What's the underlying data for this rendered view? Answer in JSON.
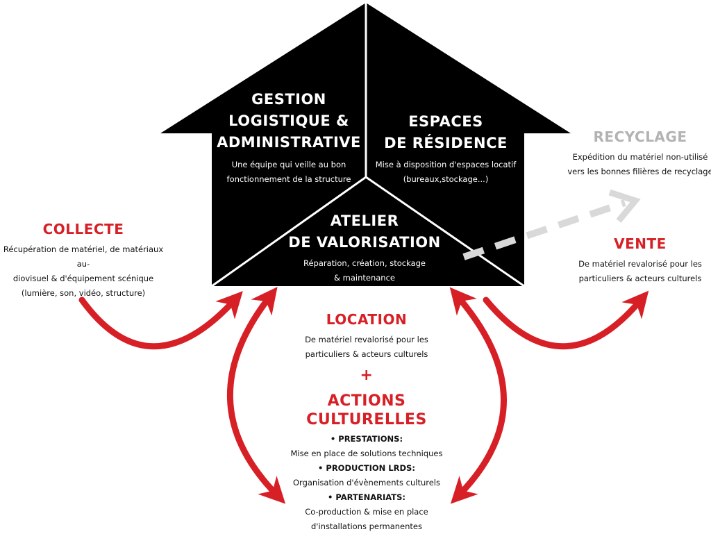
{
  "house": {
    "gestion": {
      "title": "GESTION\nLOGISTIQUE &\nADMINISTRATIVE",
      "desc": "Une équipe qui veille au bon\nfonctionnement de la structure"
    },
    "espaces": {
      "title": "ESPACES\nDE RÉSIDENCE",
      "desc": "Mise à disposition d'espaces locatif\n(bureaux,stockage...)"
    },
    "atelier": {
      "title": "ATELIER\nDE VALORISATION",
      "desc": "Réparation, création, stockage\n& maintenance"
    }
  },
  "collecte": {
    "title": "COLLECTE",
    "desc": "Récupération de matériel, de matériaux au-\ndiovisuel & d'équipement scénique\n(lumière, son, vidéo, structure)"
  },
  "recyclage": {
    "title": "RECYCLAGE",
    "desc": "Expédition du matériel non-utilisé\nvers les bonnes filières de recyclage"
  },
  "vente": {
    "title": "VENTE",
    "desc": "De matériel revalorisé pour les\nparticuliers & acteurs culturels"
  },
  "location": {
    "title": "LOCATION",
    "desc": "De matériel revalorisé pour les\nparticuliers & acteurs culturels"
  },
  "plus": "+",
  "actions": {
    "title": "ACTIONS\nCULTURELLES",
    "items": [
      {
        "label": "• PRESTATIONS:",
        "desc": "Mise en place de solutions techniques"
      },
      {
        "label": "• PRODUCTION LRDS:",
        "desc": "Organisation d'évènements culturels"
      },
      {
        "label": "• PARTENARIATS:",
        "desc": "Co-production & mise en place\nd'installations permanentes"
      }
    ]
  },
  "colors": {
    "house": "#000000",
    "accent_red": "#d71f26",
    "recycle_grey": "#d9d9d9",
    "divider": "#ffffff"
  }
}
